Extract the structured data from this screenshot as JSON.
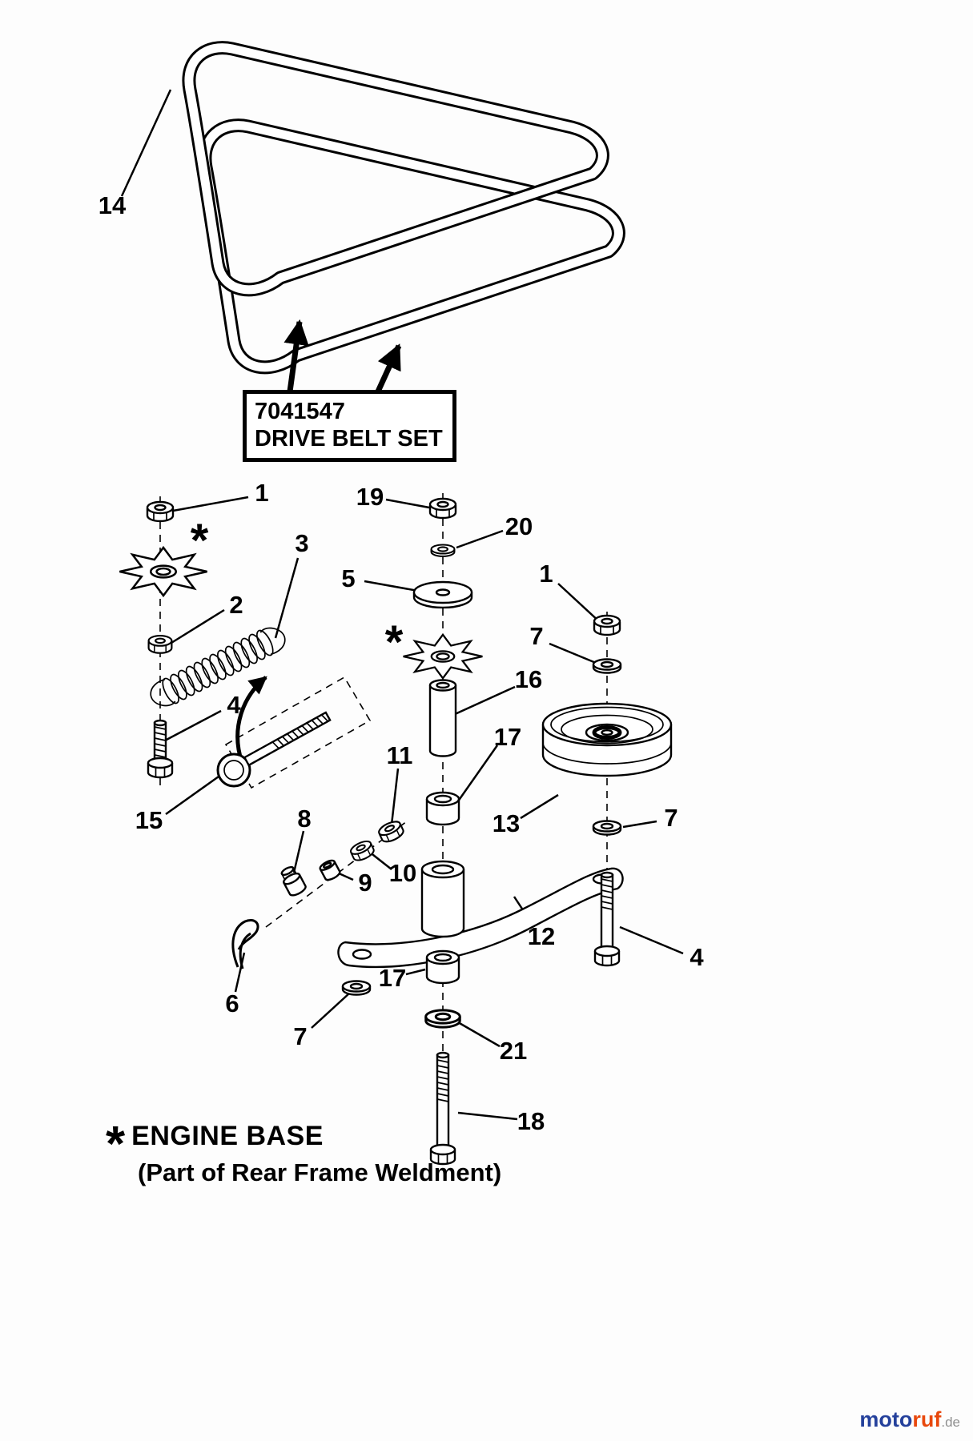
{
  "diagram": {
    "title_box": {
      "part_number": "7041547",
      "title": "DRIVE BELT SET"
    },
    "asterisk": "*",
    "callouts": [
      {
        "text": "14"
      },
      {
        "text": "1"
      },
      {
        "text": "19"
      },
      {
        "text": "20"
      },
      {
        "text": "3"
      },
      {
        "text": "5"
      },
      {
        "text": "1"
      },
      {
        "text": "2"
      },
      {
        "text": "7"
      },
      {
        "text": "16"
      },
      {
        "text": "4"
      },
      {
        "text": "17"
      },
      {
        "text": "11"
      },
      {
        "text": "13"
      },
      {
        "text": "7"
      },
      {
        "text": "15"
      },
      {
        "text": "8"
      },
      {
        "text": "10"
      },
      {
        "text": "9"
      },
      {
        "text": "12"
      },
      {
        "text": "6"
      },
      {
        "text": "17"
      },
      {
        "text": "4"
      },
      {
        "text": "7"
      },
      {
        "text": "21"
      },
      {
        "text": "18"
      }
    ],
    "footnote": {
      "marker": "*",
      "line1": "ENGINE BASE",
      "line2": "(Part of Rear Frame Weldment)"
    },
    "watermark": {
      "brand_a": "moto",
      "brand_b": "ruf",
      "tld": ".de"
    }
  }
}
